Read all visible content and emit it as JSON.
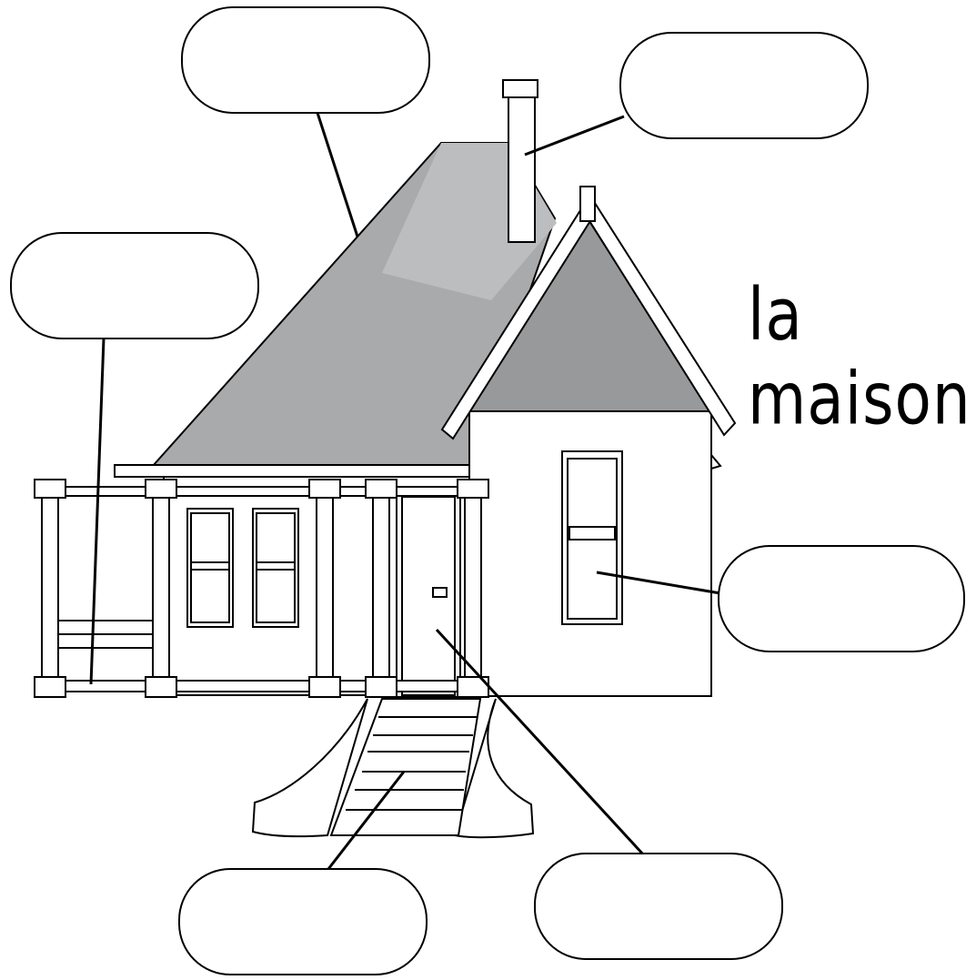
{
  "title": "la maison",
  "colors": {
    "outline": "#000000",
    "roof_main": "#a9aaac",
    "roof_upper": "#bcbdbf",
    "gable": "#98999b",
    "walls": "#ffffff"
  },
  "label_boxes": [
    {
      "id": "roof",
      "value": ""
    },
    {
      "id": "chimney",
      "value": ""
    },
    {
      "id": "porch",
      "value": ""
    },
    {
      "id": "window",
      "value": ""
    },
    {
      "id": "steps",
      "value": ""
    },
    {
      "id": "door",
      "value": ""
    }
  ]
}
